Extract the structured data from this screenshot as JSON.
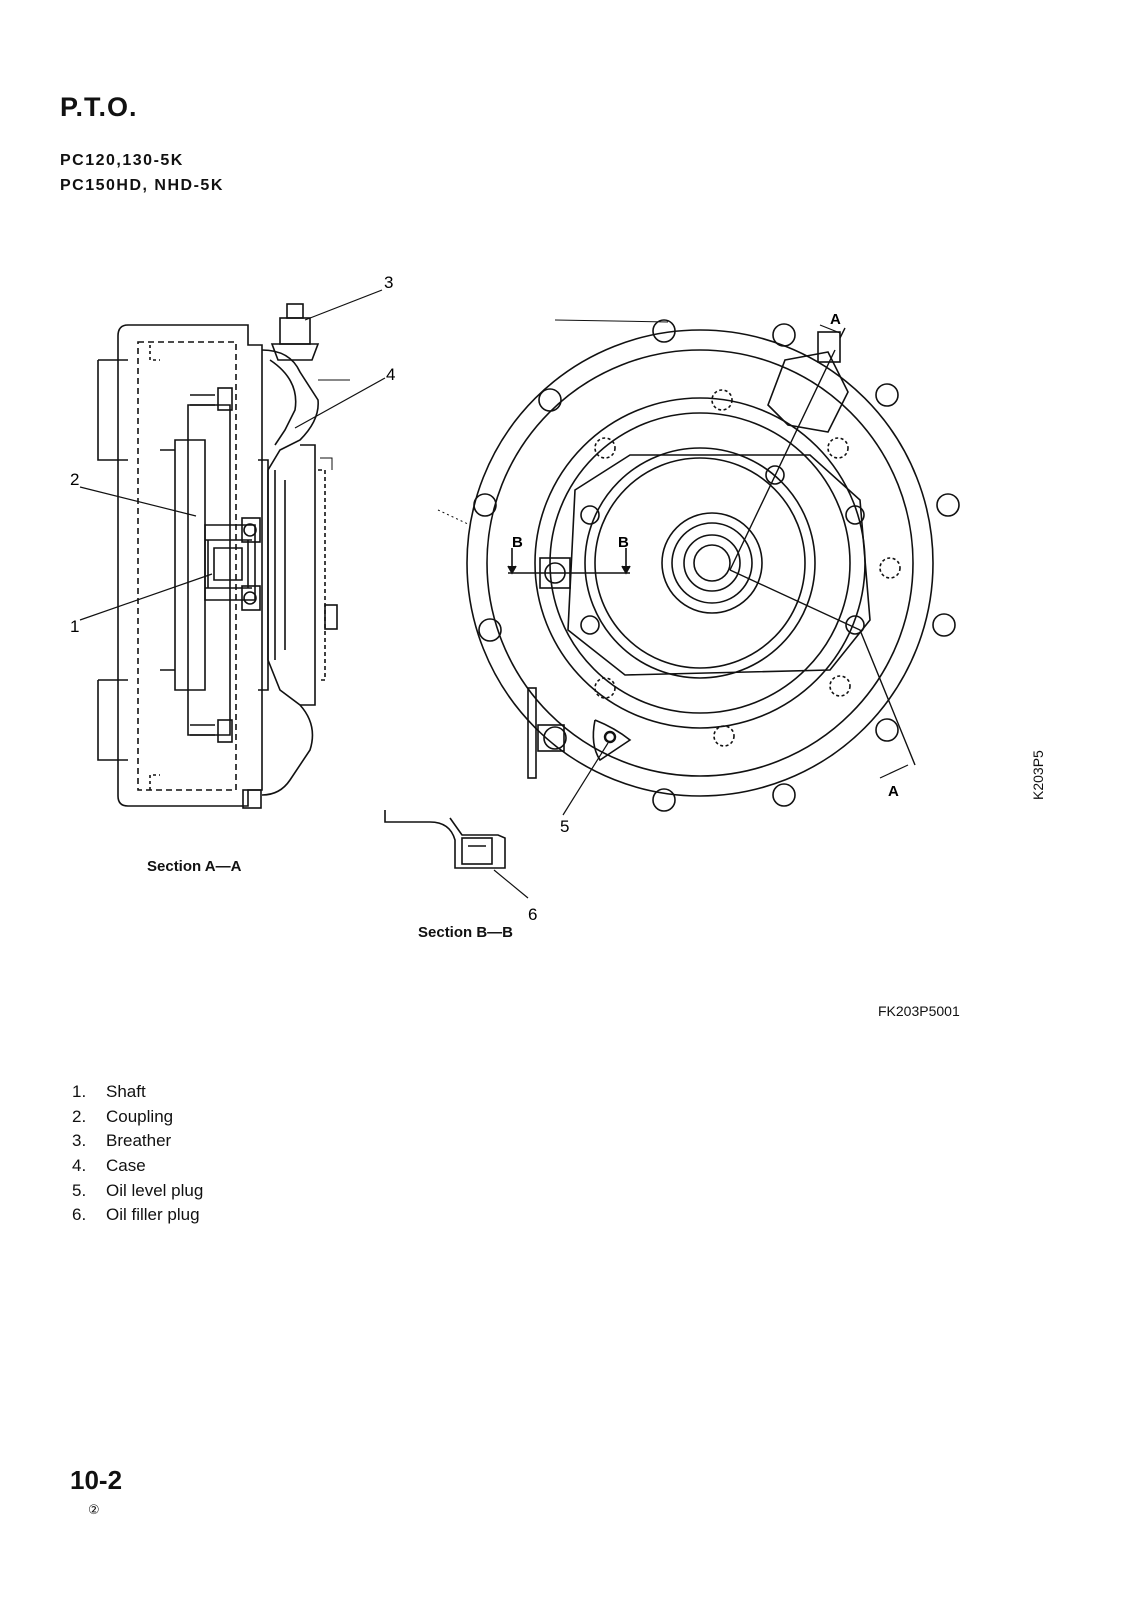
{
  "header": {
    "title": "P.T.O.",
    "models": [
      "PC120,130-5K",
      "PC150HD, NHD-5K"
    ]
  },
  "callouts": {
    "shaft": "1",
    "coupling": "2",
    "breather": "3",
    "case": "4",
    "oil_level_plug": "5",
    "oil_filler_plug": "6"
  },
  "section_marks": {
    "a": "A",
    "b": "B"
  },
  "captions": {
    "section_aa": "Section A—A",
    "section_bb": "Section B—B"
  },
  "figure_code": "FK203P5001",
  "side_code": "K203P5",
  "legend": [
    {
      "num": "1.",
      "label": "Shaft"
    },
    {
      "num": "2.",
      "label": "Coupling"
    },
    {
      "num": "3.",
      "label": "Breather"
    },
    {
      "num": "4.",
      "label": "Case"
    },
    {
      "num": "5.",
      "label": "Oil level plug"
    },
    {
      "num": "6.",
      "label": "Oil filler plug"
    }
  ],
  "footer": {
    "page": "10-2",
    "revision": "②"
  }
}
